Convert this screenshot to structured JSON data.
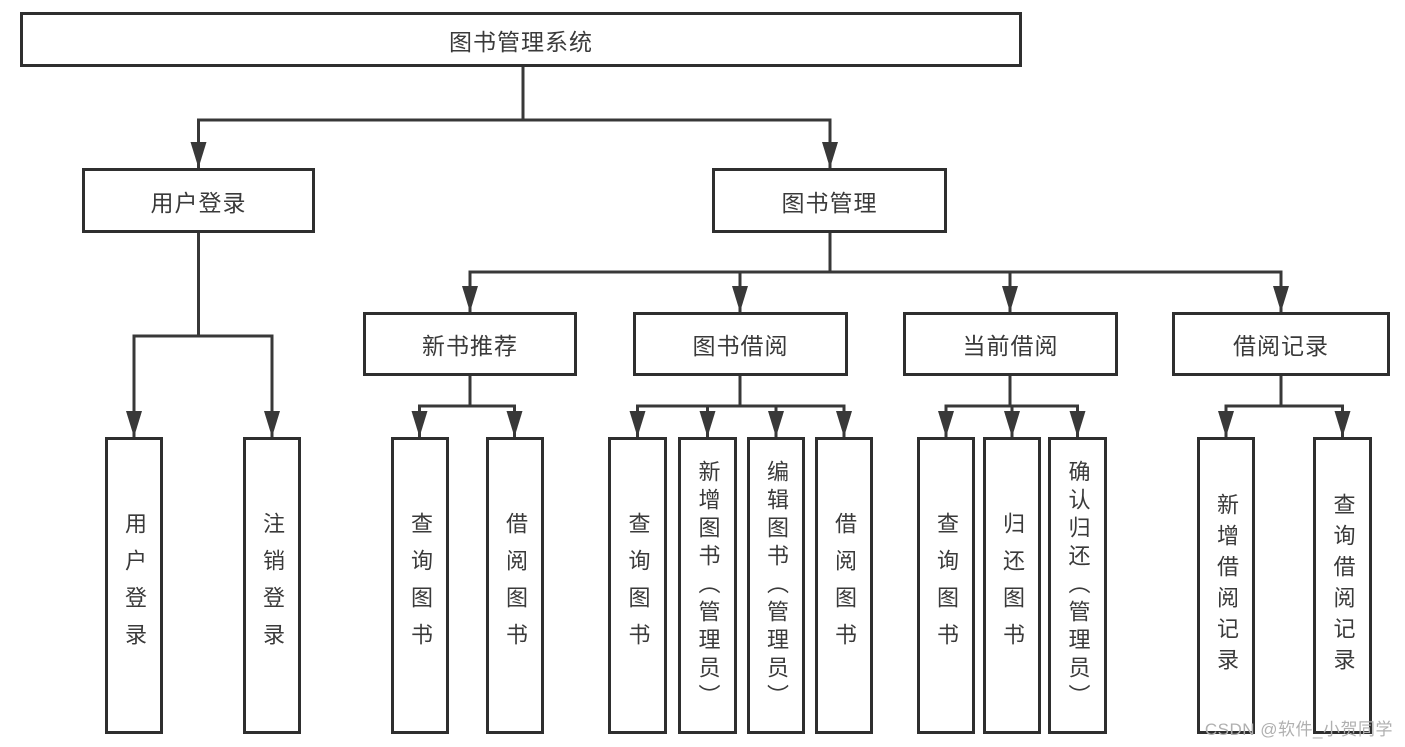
{
  "colors": {
    "line": "#383838",
    "border": "#2f2f2f",
    "text": "#3a3a3a",
    "watermark": "#b0b0b0",
    "background": "#ffffff"
  },
  "tree": {
    "root": {
      "label": "图书管理系统"
    },
    "user_login": {
      "label": "用户登录",
      "children": {
        "login": {
          "label": "用户登录"
        },
        "logout": {
          "label": "注销登录"
        }
      }
    },
    "book_mgmt": {
      "label": "图书管理",
      "children": {
        "new_book_rec": {
          "label": "新书推荐",
          "children": {
            "query_books": {
              "label": "查询图书"
            },
            "borrow_books": {
              "label": "借阅图书"
            }
          }
        },
        "book_borrow": {
          "label": "图书借阅",
          "children": {
            "query_books": {
              "label": "查询图书"
            },
            "add_books_admin": {
              "label": "新增图书（管理员）"
            },
            "edit_books_admin": {
              "label": "编辑图书（管理员）"
            },
            "borrow_books": {
              "label": "借阅图书"
            }
          }
        },
        "current_borrow": {
          "label": "当前借阅",
          "children": {
            "query_books": {
              "label": "查询图书"
            },
            "return_books": {
              "label": "归还图书"
            },
            "confirm_return_admin": {
              "label": "确认归还（管理员）"
            }
          }
        },
        "borrow_records": {
          "label": "借阅记录",
          "children": {
            "add_record": {
              "label": "新增借阅记录"
            },
            "query_record": {
              "label": "查询借阅记录"
            }
          }
        }
      }
    }
  },
  "watermark": {
    "text": "CSDN @软件_小贺同学"
  }
}
